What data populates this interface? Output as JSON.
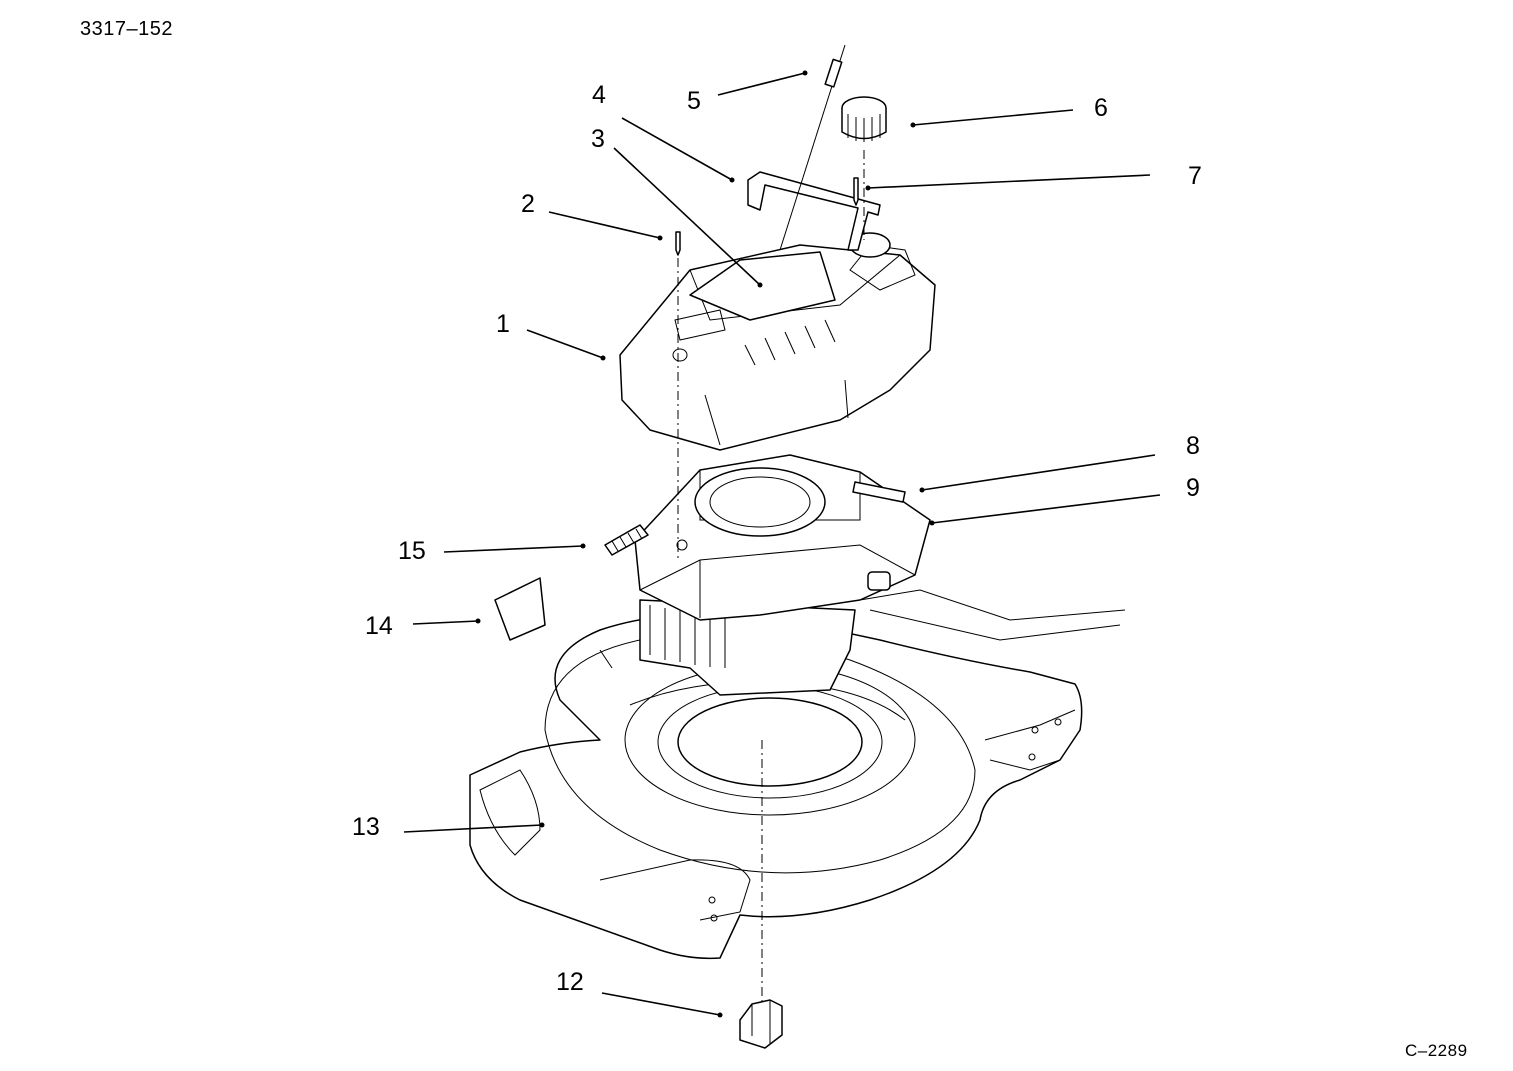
{
  "header": {
    "drawing_number": "3317–152"
  },
  "footer": {
    "figure_code": "C–2289"
  },
  "callouts": [
    {
      "id": "c1",
      "number": "1"
    },
    {
      "id": "c2",
      "number": "2"
    },
    {
      "id": "c3",
      "number": "3"
    },
    {
      "id": "c4",
      "number": "4"
    },
    {
      "id": "c5",
      "number": "5"
    },
    {
      "id": "c6",
      "number": "6"
    },
    {
      "id": "c7",
      "number": "7"
    },
    {
      "id": "c8",
      "number": "8"
    },
    {
      "id": "c9",
      "number": "9"
    },
    {
      "id": "c12",
      "number": "12"
    },
    {
      "id": "c13",
      "number": "13"
    },
    {
      "id": "c14",
      "number": "14"
    },
    {
      "id": "c15",
      "number": "15"
    }
  ]
}
